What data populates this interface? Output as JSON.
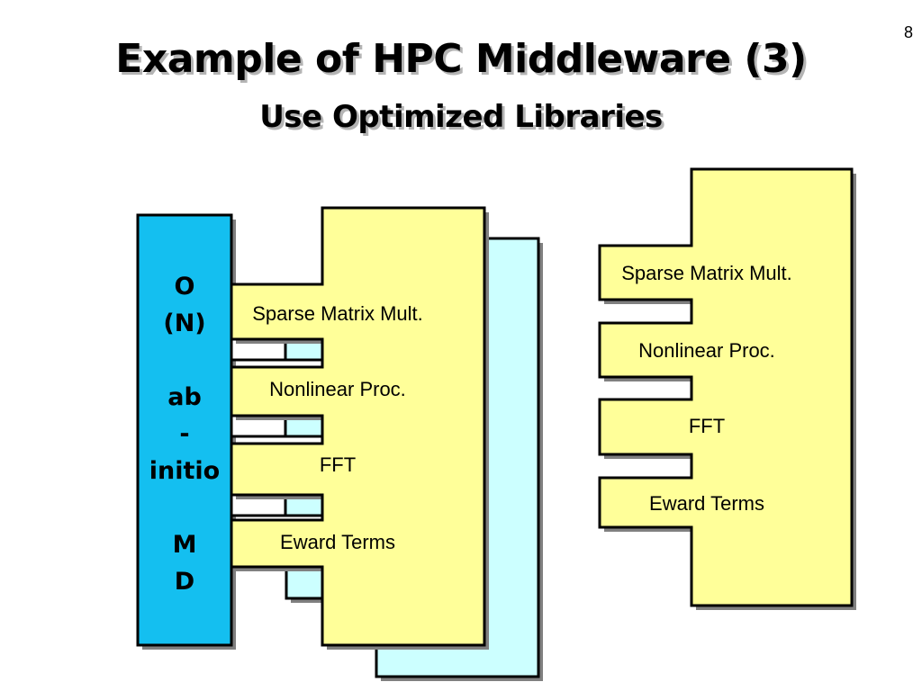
{
  "page_number": "8",
  "title": "Example of HPC Middleware (3)",
  "subtitle": "Use Optimized Libraries",
  "application_block": {
    "lines": [
      "O",
      "(N)",
      "",
      "ab",
      "-",
      "initio",
      "",
      "M",
      "D"
    ],
    "color": "#14bff0"
  },
  "library_modules": [
    "Sparse Matrix Mult.",
    "Nonlinear Proc.",
    "FFT",
    "Eward Terms"
  ],
  "colors": {
    "library_fill": "#ffff99",
    "back_panel_fill": "#ccffff",
    "outline": "#000000",
    "shadow": "#808080"
  }
}
